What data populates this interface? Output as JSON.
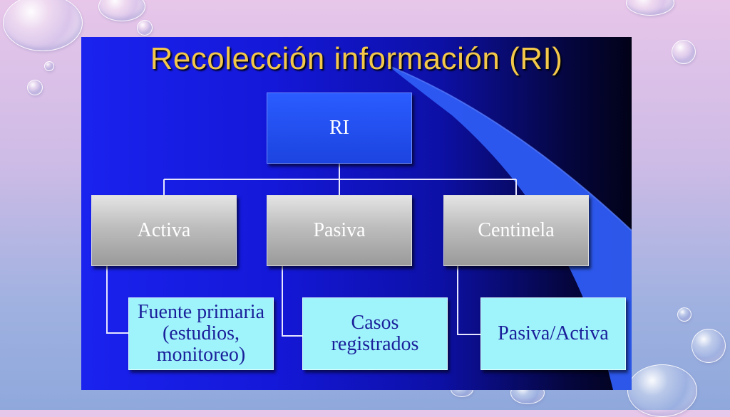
{
  "slide": {
    "title": "Recolección información (RI)"
  },
  "diagram": {
    "root": {
      "label": "RI"
    },
    "branches": [
      {
        "label": "Activa",
        "leaf_lines": [
          "Fuente primaria",
          "(estudios,",
          "monitoreo)"
        ]
      },
      {
        "label": "Pasiva",
        "leaf_lines": [
          "Casos",
          "registrados"
        ]
      },
      {
        "label": "Centinela",
        "leaf_lines": [
          "Pasiva/Activa"
        ]
      }
    ]
  },
  "colors": {
    "title": "#f3c84a",
    "root_fill": "#2a5cff",
    "branch_fill": "#bdbdbd",
    "leaf_fill": "#9ff3fb",
    "leaf_text": "#1a1f9a",
    "connector": "#e6e6ff"
  }
}
